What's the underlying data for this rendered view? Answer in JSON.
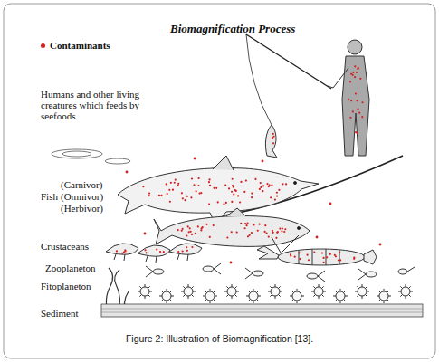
{
  "diagram": {
    "title": "Biomagnification Process",
    "caption": "Figure 2: Illustration of Biomagnification [13].",
    "labels": [
      "Humans and other living creatures which feeds by seefoods",
      "Fish",
      "(Carnivor)",
      "(Omnivor)",
      "(Herbivor)",
      "Crustaceans",
      "Zooplaneton",
      "Fitoplaneton",
      "Sediment"
    ],
    "legend": [
      {
        "text": "Contaminants",
        "color": "#d42020"
      }
    ]
  }
}
